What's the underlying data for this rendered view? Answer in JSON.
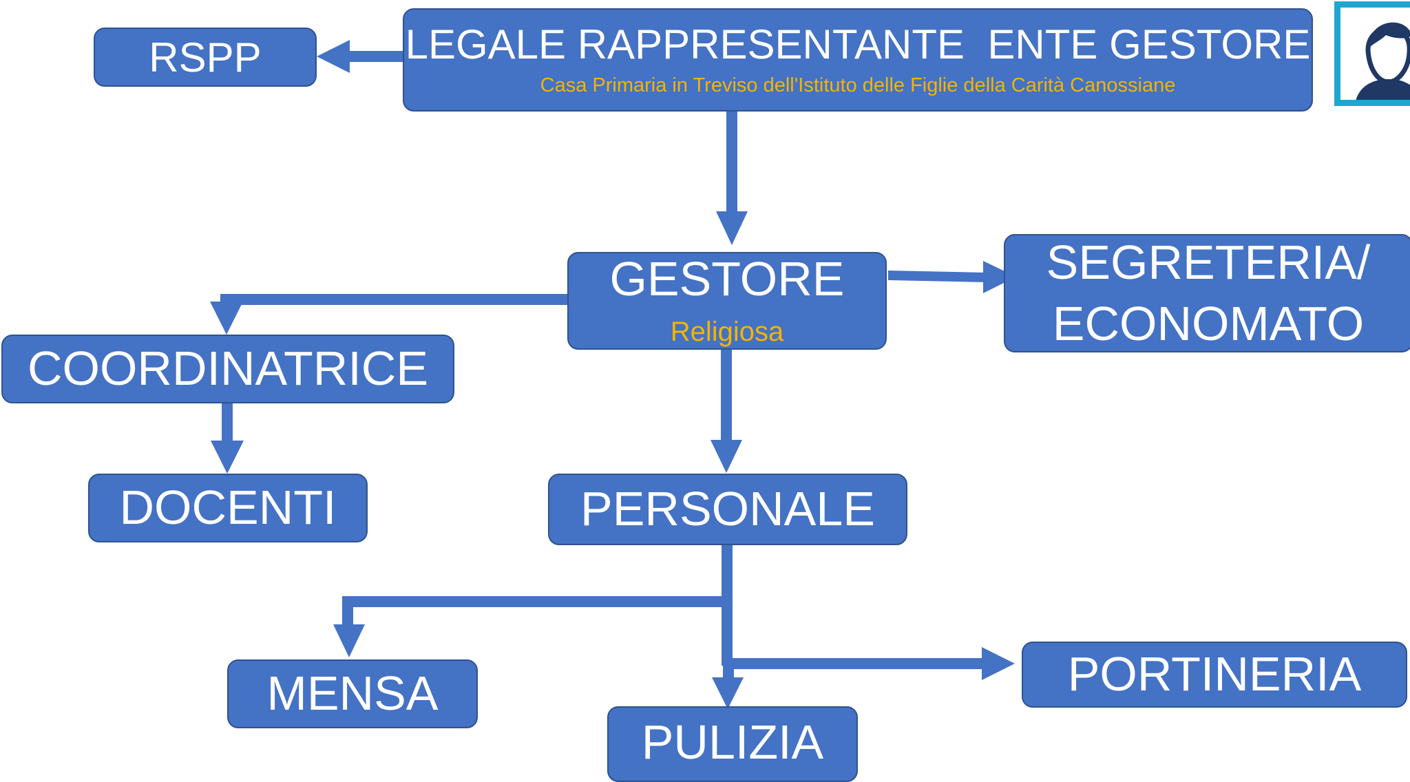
{
  "diagram": {
    "nodes": {
      "legale": {
        "title": "LEGALE RAPPRESENTANTE  ENTE GESTORE",
        "subtitle": "Casa Primaria in Treviso dell'Istituto delle Figlie della Carità Canossiane"
      },
      "rspp": {
        "title": "RSPP"
      },
      "gestore": {
        "title": "GESTORE",
        "subtitle": "Religiosa"
      },
      "segreteria": {
        "title_line1": "SEGRETERIA/",
        "title_line2": "ECONOMATO"
      },
      "coordinatrice": {
        "title": "COORDINATRICE"
      },
      "docenti": {
        "title": "DOCENTI"
      },
      "personale": {
        "title": "PERSONALE"
      },
      "mensa": {
        "title": "MENSA"
      },
      "pulizia": {
        "title": "PULIZIA"
      },
      "portineria": {
        "title": "PORTINERIA"
      }
    },
    "edges": [
      {
        "from": "legale",
        "to": "rspp"
      },
      {
        "from": "legale",
        "to": "gestore"
      },
      {
        "from": "gestore",
        "to": "segreteria"
      },
      {
        "from": "gestore",
        "to": "coordinatrice"
      },
      {
        "from": "gestore",
        "to": "personale"
      },
      {
        "from": "coordinatrice",
        "to": "docenti"
      },
      {
        "from": "personale",
        "to": "mensa"
      },
      {
        "from": "personale",
        "to": "pulizia"
      },
      {
        "from": "personale",
        "to": "portineria"
      }
    ],
    "icons": {
      "person": "person-icon"
    },
    "colors": {
      "box_fill": "#4472c4",
      "box_border": "#2f528f",
      "arrow": "#4472c4",
      "subtitle": "#f4b400",
      "icon_frame": "#1ea6d1",
      "icon_fill": "#1f3864"
    }
  }
}
